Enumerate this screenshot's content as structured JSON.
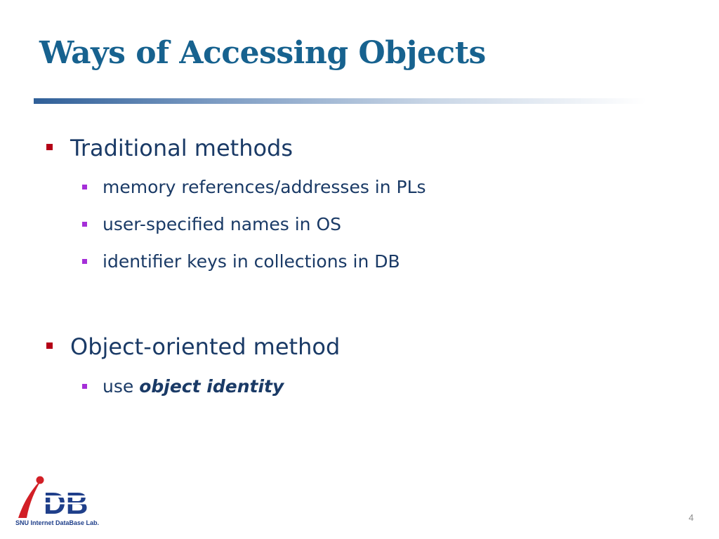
{
  "slide": {
    "title": "Ways of Accessing Objects",
    "sections": [
      {
        "heading": "Traditional methods",
        "items": [
          "memory references/addresses in PLs",
          "user-specified names in OS",
          "identifier keys in collections in DB"
        ]
      },
      {
        "heading": "Object-oriented method",
        "items_rich": [
          {
            "prefix": "use ",
            "emphasis": "object identity"
          }
        ]
      }
    ],
    "logo": {
      "mark_letter_i": "i",
      "mark_letters_db": "DB",
      "caption": "SNU Internet DataBase Lab."
    },
    "page_number": "4"
  },
  "colors": {
    "title": "#17628f",
    "text": "#1a3a66",
    "level1_bullet": "#b40016",
    "level2_bullet": "#a52fd8",
    "logo_red": "#d21f26",
    "logo_blue": "#1f3f8a"
  },
  "icons": {
    "level1_bullet": "square-bullet",
    "level2_bullet": "small-square-bullet"
  }
}
